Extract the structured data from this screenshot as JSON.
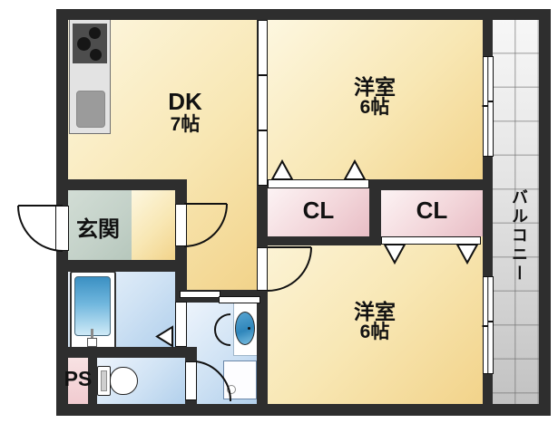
{
  "plan_type": "apartment-floor-plan",
  "rooms": {
    "dk": {
      "name": "DK",
      "size": "7帖"
    },
    "western_room_top": {
      "name": "洋室",
      "size": "6帖"
    },
    "western_room_bottom": {
      "name": "洋室",
      "size": "6帖"
    },
    "closet_left": {
      "name": "CL"
    },
    "closet_right": {
      "name": "CL"
    },
    "entrance": {
      "name": "玄関"
    },
    "balcony": {
      "name": "バルコニー"
    },
    "pipe_space": {
      "name": "PS"
    }
  },
  "colors": {
    "wall": "#2e2e2e",
    "room_cream_light": "#fdf7e0",
    "room_cream_dark": "#f2d38a",
    "closet_pink": "#e8bdc5",
    "wet_area_blue_light": "#edf4fc",
    "wet_area_blue_dark": "#b2d0ec",
    "bathtub_blue": "#3b90c3",
    "entrance_gray_green": "#c3d1c8",
    "pipe_space_pink": "#f1cbd0",
    "balcony_gray": "#c2c2c2"
  }
}
